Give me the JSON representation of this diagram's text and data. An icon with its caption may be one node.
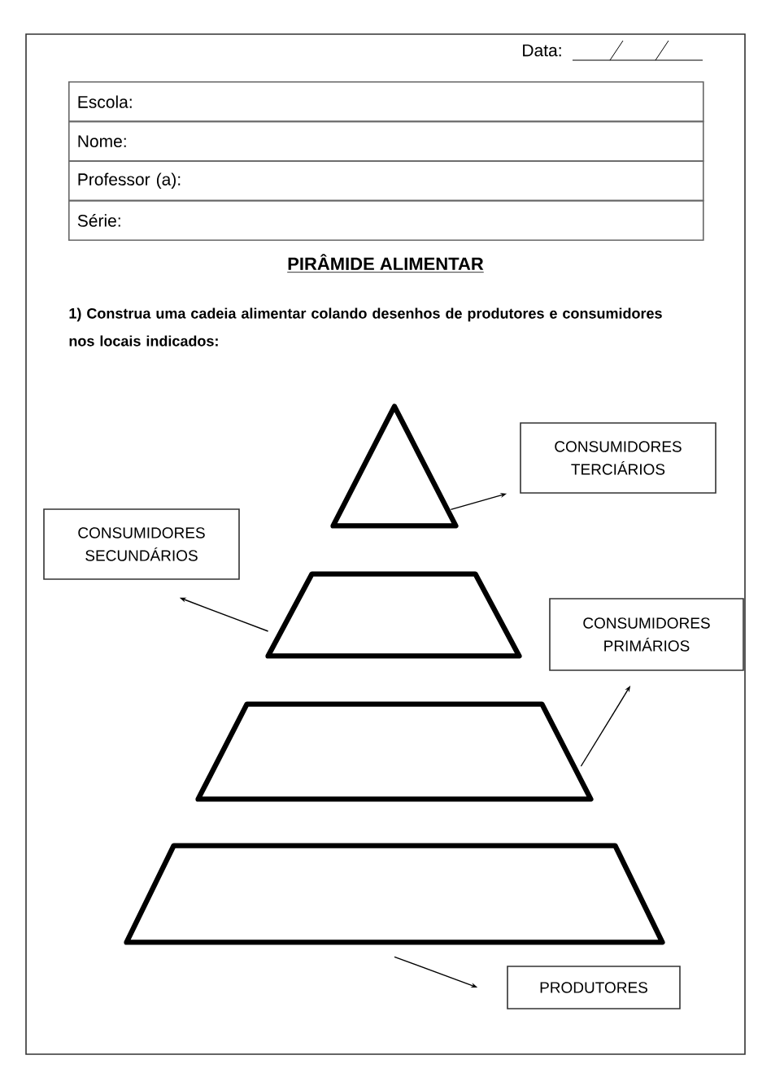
{
  "diagram": {
    "title": "PIRÂMIDE ALIMENTAR",
    "nodes": [
      {
        "text": [],
        "shape": "triangle"
      },
      {
        "text": [],
        "shape": "trapezoid"
      },
      {
        "text": [],
        "shape": "trapezoid"
      },
      {
        "text": [],
        "shape": "trapezoid"
      },
      {
        "text": [
          "CONSUMIDORES TERCIÁRIOS"
        ]
      },
      {
        "text": [
          "CONSUMIDORES SECUNDÁRIOS"
        ]
      },
      {
        "text": [
          "CONSUMIDORES PRIMÁRIOS"
        ]
      },
      {
        "text": [
          "PRODUTORES"
        ]
      }
    ],
    "edges": [
      {
        "from": 0,
        "to": 4,
        "arrow": "to"
      },
      {
        "from": 1,
        "to": 5,
        "arrow": "to"
      },
      {
        "from": 2,
        "to": 6,
        "arrow": "to"
      },
      {
        "from": 3,
        "to": 7,
        "arrow": "to"
      }
    ],
    "labels": [
      "Data:",
      "Escola:",
      "Nome:",
      "Professor (a):",
      "Série:",
      "1) Construa uma cadeia alimentar colando desenhos de produtores e consumidores nos locais indicados:"
    ]
  }
}
